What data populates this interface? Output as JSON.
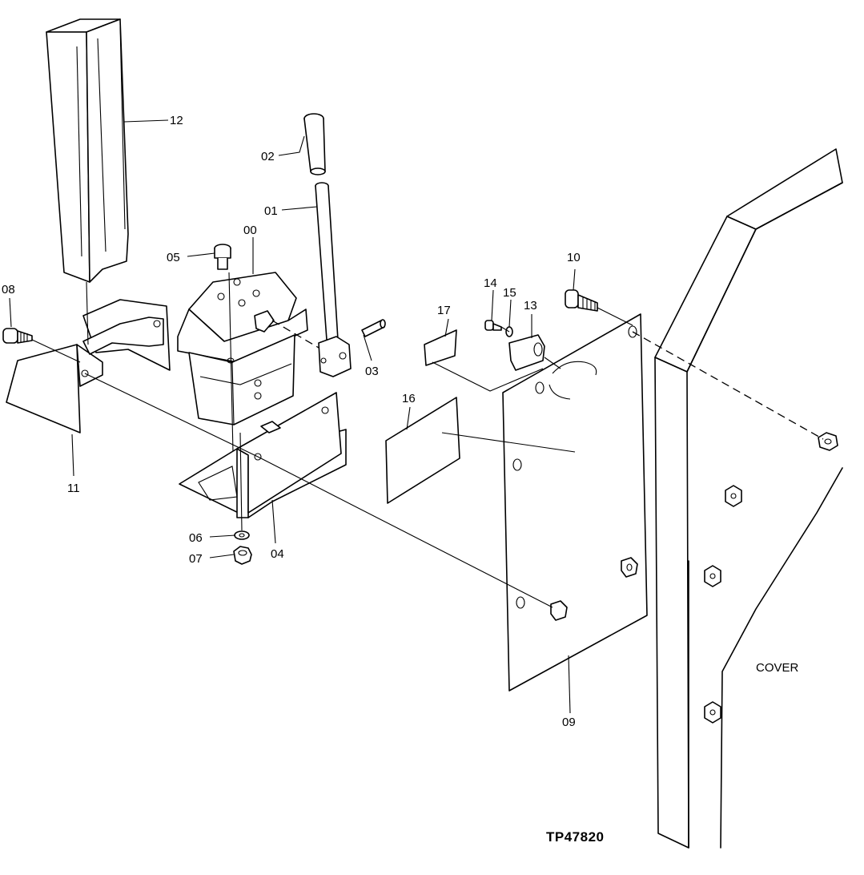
{
  "callouts": {
    "c00": "00",
    "c01": "01",
    "c02": "02",
    "c03": "03",
    "c04": "04",
    "c05": "05",
    "c06": "06",
    "c07": "07",
    "c08": "08",
    "c09": "09",
    "c10": "10",
    "c11": "11",
    "c12": "12",
    "c13": "13",
    "c14": "14",
    "c15": "15",
    "c16": "16",
    "c17": "17"
  },
  "cover_label": "COVER",
  "drawing_code": "TP47820"
}
